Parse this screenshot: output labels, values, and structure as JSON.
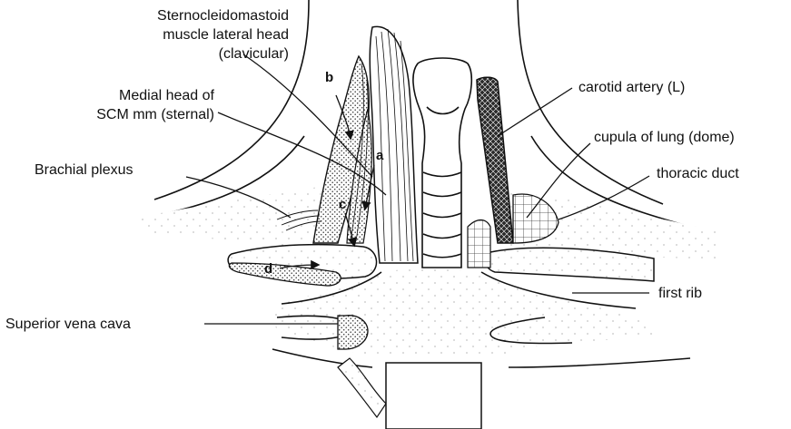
{
  "figure": {
    "labels": {
      "scm_lateral_1": "Sternocleidomastoid",
      "scm_lateral_2": "muscle lateral head",
      "scm_lateral_3": "(clavicular)",
      "scm_medial_1": "Medial head of",
      "scm_medial_2": "SCM mm (sternal)",
      "brachial": "Brachial plexus",
      "svc": "Superior vena cava",
      "carotid": "carotid artery (L)",
      "cupula": "cupula of lung (dome)",
      "thoracic": "thoracic duct",
      "first_rib": "first rib",
      "a": "a",
      "b": "b",
      "c": "c",
      "d": "d"
    }
  }
}
